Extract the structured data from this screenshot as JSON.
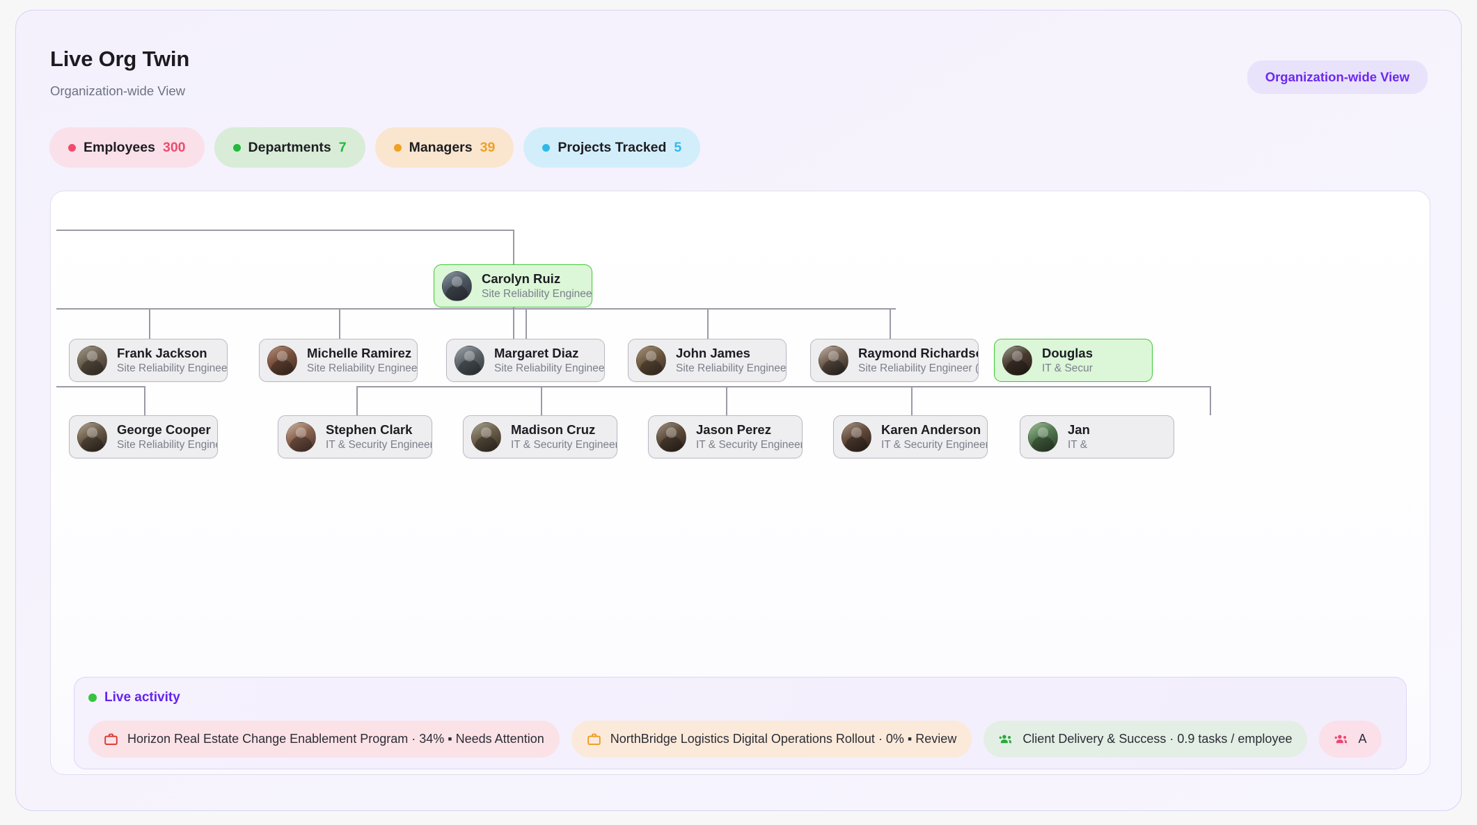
{
  "header": {
    "title": "Live Org Twin",
    "subtitle": "Organization-wide View",
    "view_badge": "Organization-wide View",
    "badge_color": "#6d28f0"
  },
  "stats": [
    {
      "label": "Employees",
      "value": "300",
      "color": "#ef4b6e",
      "bg": "#fae0e9"
    },
    {
      "label": "Departments",
      "value": "7",
      "color": "#23b93c",
      "bg": "#d8ecd7"
    },
    {
      "label": "Managers",
      "value": "39",
      "color": "#f0a023",
      "bg": "#fae5cf"
    },
    {
      "label": "Projects Tracked",
      "value": "5",
      "color": "#2fb9e8",
      "bg": "#d3eefb"
    }
  ],
  "org_chart": {
    "root": {
      "name": "Carolyn Ruiz",
      "role": "Site Reliability Engineer (Senior)",
      "highlight": true
    },
    "level2": [
      {
        "name": "Frank Jackson",
        "role": "Site Reliability Engineer (Senior)",
        "highlight": false
      },
      {
        "name": "Michelle Ramirez",
        "role": "Site Reliability Engineer (Senior)",
        "highlight": false
      },
      {
        "name": "Margaret Diaz",
        "role": "Site Reliability Engineer (Mid)",
        "highlight": false
      },
      {
        "name": "John James",
        "role": "Site Reliability Engineer (Mid)",
        "highlight": false
      },
      {
        "name": "Raymond Richardson",
        "role": "Site Reliability Engineer (Mid)",
        "highlight": false
      },
      {
        "name": "Douglas",
        "role": "IT & Secur",
        "highlight": true
      }
    ],
    "level3": [
      {
        "name": "George Cooper",
        "role": "Site Reliability Engineer (Mid)",
        "highlight": false
      },
      {
        "name": "Stephen Clark",
        "role": "IT & Security Engineer (Senior)",
        "highlight": false
      },
      {
        "name": "Madison Cruz",
        "role": "IT & Security Engineer (Senior)",
        "highlight": false
      },
      {
        "name": "Jason Perez",
        "role": "IT & Security Engineer (Senior)",
        "highlight": false
      },
      {
        "name": "Karen Anderson",
        "role": "IT & Security Engineer (Senior)",
        "highlight": false
      },
      {
        "name": "Jan",
        "role": "IT &",
        "highlight": false
      }
    ]
  },
  "activity": {
    "title": "Live activity",
    "dot_color": "#35c441",
    "chips": [
      {
        "icon": "briefcase-icon",
        "text": "Horizon Real Estate Change Enablement Program · 34% ▪ Needs Attention",
        "bg": "#fae2e7",
        "icon_color": "#d9342b"
      },
      {
        "icon": "briefcase-icon",
        "text": "NorthBridge Logistics Digital Operations Rollout · 0% ▪ Review",
        "bg": "#fbeada",
        "icon_color": "#ef9a1f"
      },
      {
        "icon": "users-icon",
        "text": "Client Delivery & Success · 0.9 tasks / employee",
        "bg": "#e3efe5",
        "icon_color": "#27a83a"
      },
      {
        "icon": "users-icon",
        "text": "A",
        "bg": "#fbdfe9",
        "icon_color": "#ee4470"
      }
    ]
  }
}
